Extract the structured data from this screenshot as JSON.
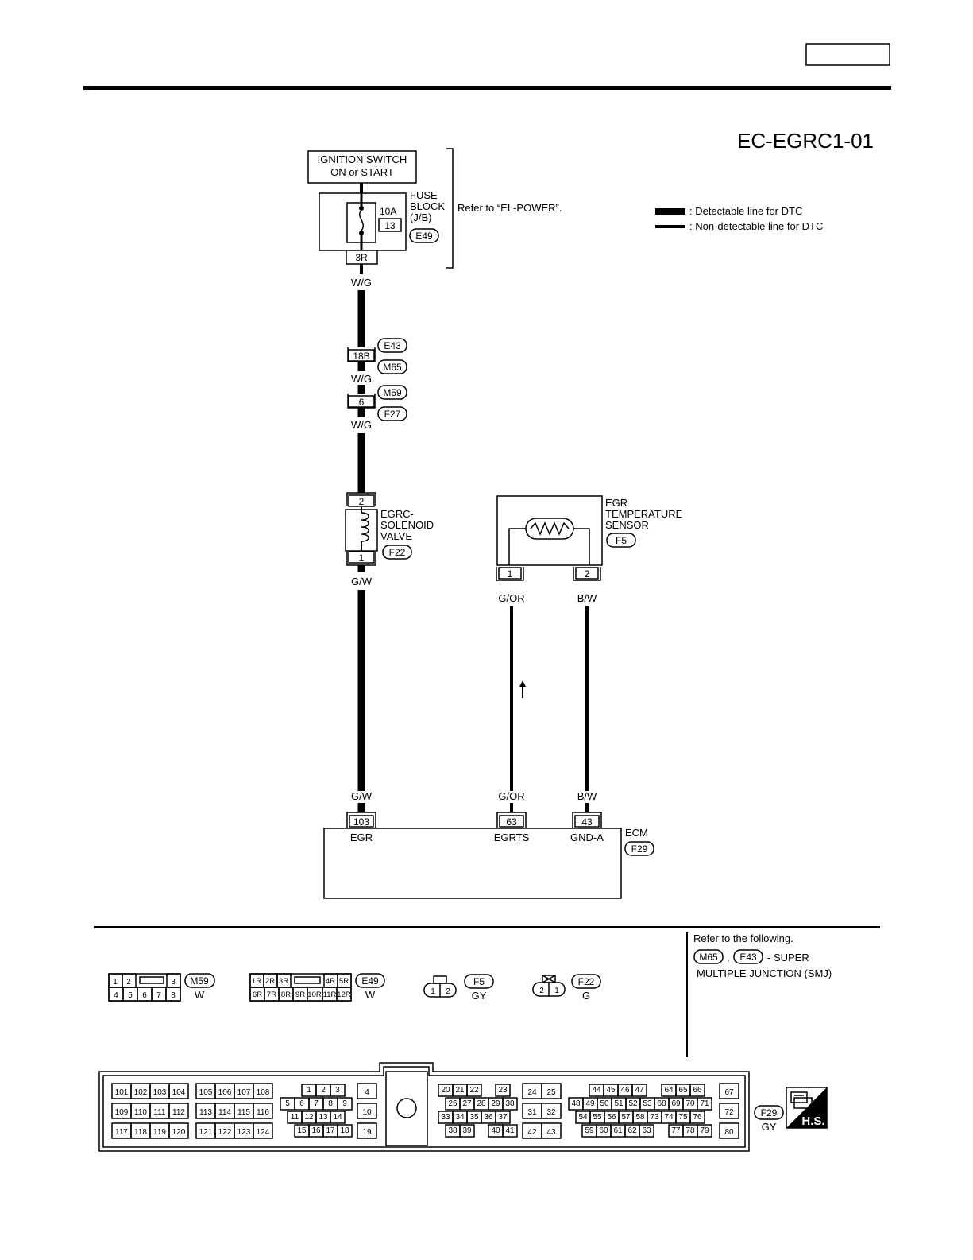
{
  "page": {
    "diagram_id": "EC-EGRC1-01"
  },
  "legend": {
    "detectable": ": Detectable line for DTC",
    "non_detectable": ": Non-detectable line for DTC"
  },
  "ignition": {
    "line1": "IGNITION SWITCH",
    "line2": "ON or START"
  },
  "fuse_block": {
    "line1": "FUSE",
    "line2": "BLOCK",
    "line3": "(J/B)",
    "amp": "10A",
    "fuse_no": "13",
    "connector": "E49",
    "terminal": "3R",
    "refer": "Refer to “EL-POWER”."
  },
  "wire_colors": {
    "wg": "W/G",
    "gw": "G/W",
    "gor": "G/OR",
    "bw": "B/W"
  },
  "junctions": {
    "j1_terminal": "18B",
    "j1_conn_a": "E43",
    "j1_conn_b": "M65",
    "j2_terminal": "6",
    "j2_conn_a": "M59",
    "j2_conn_b": "F27"
  },
  "solenoid": {
    "line1": "EGRC-",
    "line2": "SOLENOID",
    "line3": "VALVE",
    "connector": "F22",
    "pin_top": "2",
    "pin_bottom": "1"
  },
  "sensor": {
    "line1": "EGR",
    "line2": "TEMPERATURE",
    "line3": "SENSOR",
    "connector": "F5",
    "pin1": "1",
    "pin2": "2"
  },
  "ecm": {
    "name": "ECM",
    "connector": "F29",
    "pin_egr": "103",
    "pin_egrts": "63",
    "pin_gnda": "43",
    "label_egr": "EGR",
    "label_egrts": "EGRTS",
    "label_gnda": "GND-A"
  },
  "refer_note": {
    "line1": "Refer to the following.",
    "conn_a": "M65",
    "comma": ",",
    "conn_b": "E43",
    "line2_tail": "- SUPER",
    "line3": "MULTIPLE JUNCTION (SMJ)"
  },
  "connector_views": {
    "m59": {
      "name": "M59",
      "color": "W",
      "top": [
        "1",
        "2",
        "3"
      ],
      "bottom": [
        "4",
        "5",
        "6",
        "7",
        "8"
      ]
    },
    "e49": {
      "name": "E49",
      "color": "W",
      "top": [
        "1R",
        "2R",
        "3R",
        "4R",
        "5R"
      ],
      "bottom": [
        "6R",
        "7R",
        "8R",
        "9R",
        "10R",
        "11R",
        "12R"
      ]
    },
    "f5": {
      "name": "F5",
      "color": "GY",
      "pins": [
        "1",
        "2"
      ]
    },
    "f22": {
      "name": "F22",
      "color": "G",
      "pins": [
        "2",
        "1"
      ]
    },
    "f29": {
      "name": "F29",
      "color": "GY",
      "badge": "H.S.",
      "g1": [
        [
          "101",
          "102",
          "103",
          "104"
        ],
        [
          "109",
          "110",
          "111",
          "112"
        ],
        [
          "117",
          "118",
          "119",
          "120"
        ]
      ],
      "g2": [
        [
          "105",
          "106",
          "107",
          "108"
        ],
        [
          "113",
          "114",
          "115",
          "116"
        ],
        [
          "121",
          "122",
          "123",
          "124"
        ]
      ],
      "g3_r1": [
        "1",
        "2",
        "3"
      ],
      "g3_r2": [
        "5",
        "6",
        "7",
        "8",
        "9"
      ],
      "g3_r3": [
        "11",
        "12",
        "13",
        "14"
      ],
      "g3_r4": [
        "15",
        "16",
        "17",
        "18"
      ],
      "g4": [
        "4",
        "10",
        "19"
      ],
      "g5_r1a": [
        "20",
        "21",
        "22"
      ],
      "g5_r1b": [
        "23"
      ],
      "g5_r2": [
        "26",
        "27",
        "28",
        "29",
        "30"
      ],
      "g5_r3": [
        "33",
        "34",
        "35",
        "36",
        "37"
      ],
      "g5_r4a": [
        "38",
        "39"
      ],
      "g5_r4b": [
        "40",
        "41"
      ],
      "g6": [
        [
          "24",
          "25"
        ],
        [
          "31",
          "32"
        ],
        [
          "42",
          "43"
        ]
      ],
      "g7_r1a": [
        "44",
        "45",
        "46",
        "47"
      ],
      "g7_r1b": [
        "64",
        "65",
        "66"
      ],
      "g7_r2": [
        "48",
        "49",
        "50",
        "51",
        "52",
        "53",
        "68",
        "69",
        "70",
        "71"
      ],
      "g7_r3": [
        "54",
        "55",
        "56",
        "57",
        "58",
        "73",
        "74",
        "75",
        "76"
      ],
      "g7_r4a": [
        "59",
        "60",
        "61",
        "62",
        "63"
      ],
      "g7_r4b": [
        "77",
        "78",
        "79"
      ],
      "g8": [
        "67",
        "72",
        "80"
      ]
    }
  }
}
